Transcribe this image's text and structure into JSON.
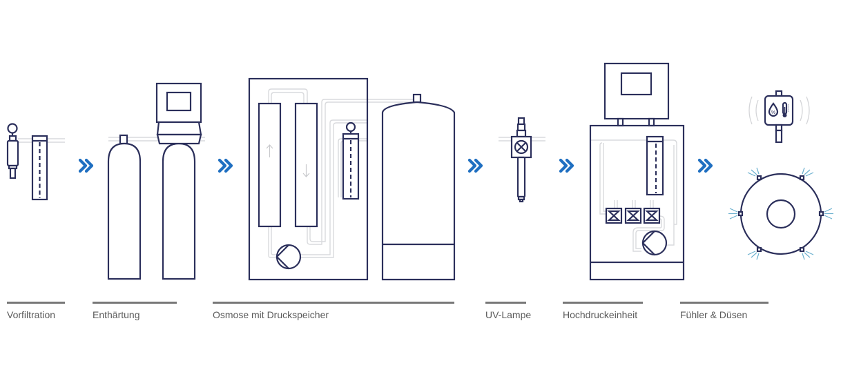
{
  "title": "Process chain",
  "steps": [
    {
      "id": "vorfiltration",
      "label": "Vorfiltration"
    },
    {
      "id": "enthaertung",
      "label": "Enthärtung"
    },
    {
      "id": "osmose",
      "label": "Osmose mit Druckspeicher"
    },
    {
      "id": "uv-lampe",
      "label": "UV-Lampe"
    },
    {
      "id": "hochdruck",
      "label": "Hochdruckeinheit"
    },
    {
      "id": "fuehler",
      "label": "Fühler & Düsen"
    }
  ],
  "sensor": {
    "humidity_symbol": "%"
  },
  "colors": {
    "line": "#2b2f5b",
    "pipe": "#d9dadd",
    "chevron": "#1f6fc1",
    "spray": "#6bb0cf",
    "label_text": "#5a5a5a",
    "label_rule": "#777777"
  },
  "icons": {
    "flow_arrow": "double-chevron-right-icon",
    "arrow_up": "arrow-up-icon",
    "arrow_down": "arrow-down-icon",
    "pump": "pump-icon",
    "valve": "valve-icon",
    "uv_lamp": "uv-lamp-icon",
    "gauge": "pressure-gauge-icon",
    "thermometer": "thermometer-icon",
    "humidity": "humidity-drop-icon",
    "nozzle": "nozzle-icon"
  }
}
